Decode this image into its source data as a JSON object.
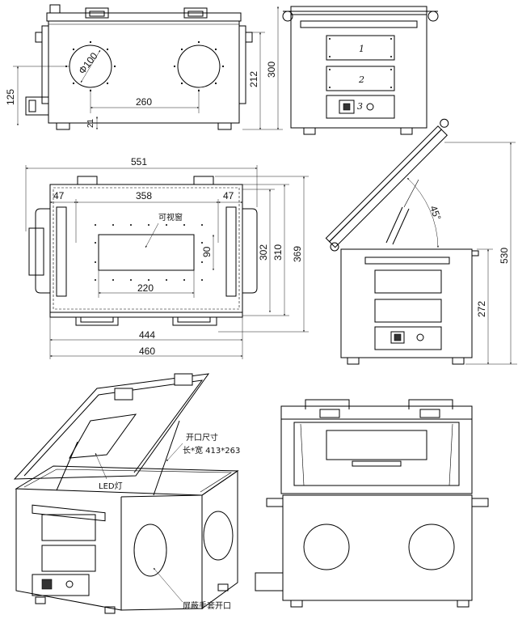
{
  "views": {
    "front": {
      "dimensions": {
        "port_diameter": "Φ100",
        "port_spacing": "260",
        "port_center_height": "125",
        "height_body": "212",
        "height_total": "300",
        "foot_offset": "21"
      }
    },
    "side": {
      "panel_labels": [
        "1",
        "2",
        "3"
      ]
    },
    "top": {
      "dimensions": {
        "overall_width": "551",
        "inner_width": "358",
        "margin_left": "47",
        "margin_right": "47",
        "window_width": "220",
        "window_height": "90",
        "depth_inner": "302",
        "depth_mid": "310",
        "depth_total": "369",
        "base_inner": "444",
        "base_total": "460"
      },
      "window_label": "可视窗"
    },
    "open_side": {
      "dimensions": {
        "lid_angle": "45°",
        "body_height": "272",
        "total_height": "530"
      }
    },
    "iso": {
      "opening_title": "开口尺寸",
      "opening_size": "长*宽 413*263",
      "led_label": "LED灯",
      "glove_port_label": "屏蔽手套开口"
    }
  }
}
